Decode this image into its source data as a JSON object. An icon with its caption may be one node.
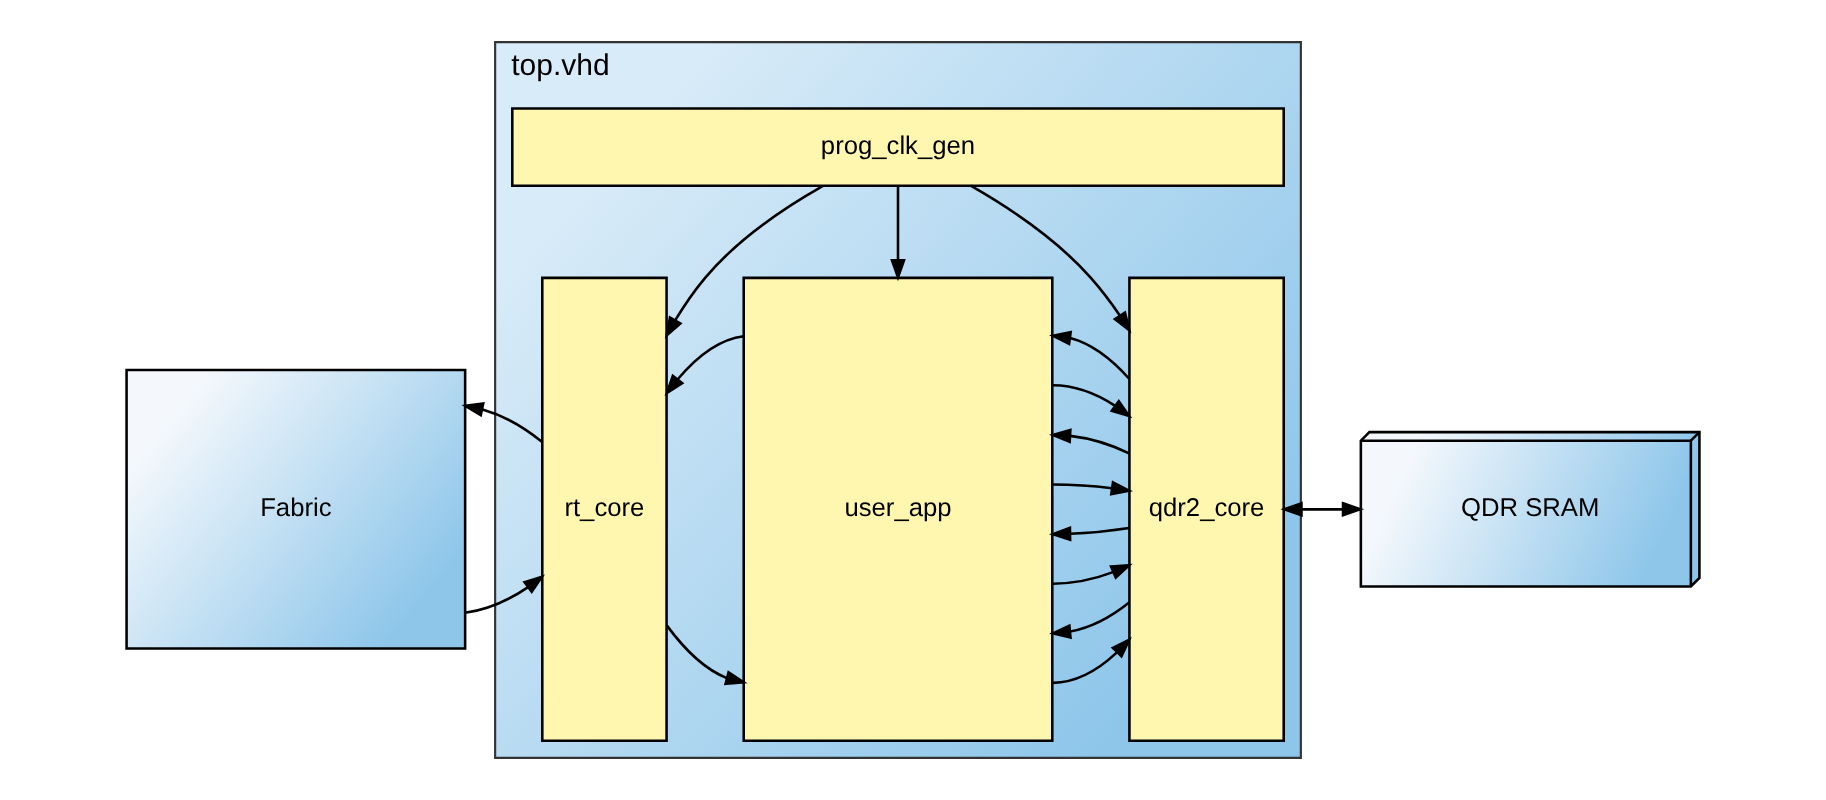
{
  "diagram": {
    "nodes": [
      {
        "text": [
          "Fabric"
        ]
      },
      {
        "text": [
          "top.vhd"
        ]
      },
      {
        "text": [
          "prog_clk_gen"
        ],
        "in": 1
      },
      {
        "text": [
          "rt_core"
        ],
        "in": 1
      },
      {
        "text": [
          "user_app"
        ],
        "in": 1
      },
      {
        "text": [
          "qdr2_core"
        ],
        "in": 1
      },
      {
        "text": [
          "QDR SRAM"
        ]
      }
    ],
    "edges": [
      {
        "from": 2,
        "to": 3,
        "arrow": "to"
      },
      {
        "from": 2,
        "to": 4,
        "arrow": "to"
      },
      {
        "from": 2,
        "to": 5,
        "arrow": "to"
      },
      {
        "from": 0,
        "to": 3,
        "arrow": "to"
      },
      {
        "from": 3,
        "to": 0,
        "arrow": "to"
      },
      {
        "from": 3,
        "to": 4,
        "arrow": "to"
      },
      {
        "from": 4,
        "to": 3,
        "arrow": "to"
      },
      {
        "from": 4,
        "to": 5,
        "arrow": "to"
      },
      {
        "from": 5,
        "to": 4,
        "arrow": "to"
      },
      {
        "from": 4,
        "to": 5,
        "arrow": "to"
      },
      {
        "from": 5,
        "to": 4,
        "arrow": "to"
      },
      {
        "from": 4,
        "to": 5,
        "arrow": "to"
      },
      {
        "from": 5,
        "to": 4,
        "arrow": "to"
      },
      {
        "from": 4,
        "to": 5,
        "arrow": "to"
      },
      {
        "from": 5,
        "to": 4,
        "arrow": "to"
      },
      {
        "from": 5,
        "to": 6,
        "arrow": "to"
      },
      {
        "from": 6,
        "to": 5,
        "arrow": "to"
      }
    ]
  }
}
